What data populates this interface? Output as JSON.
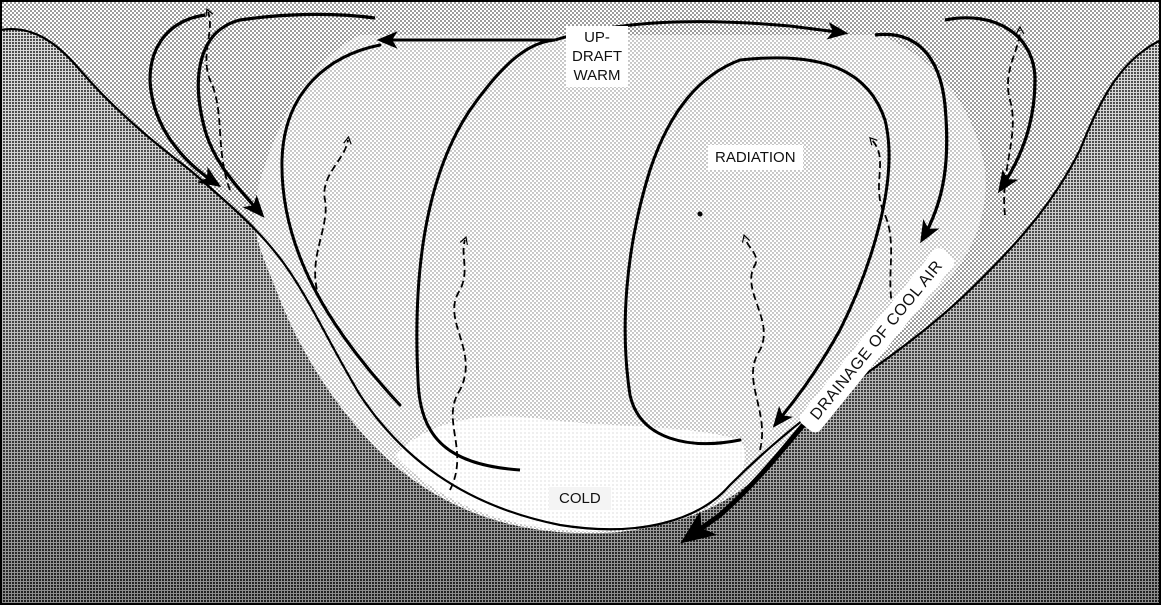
{
  "labels": {
    "updraft_line1": "UP-",
    "updraft_line2": "DRAFT",
    "updraft_line3": "WARM",
    "radiation": "RADIATION",
    "cold": "COLD",
    "drainage": "DRAINAGE OF COOL AIR"
  },
  "colors": {
    "background_border": "#000000",
    "sky_stipple": "#9e9e9e",
    "valley_air": "#c9c9c9",
    "cold_pool": "#ededed",
    "hillside_dark": "#5a5a5a",
    "arrow": "#000000",
    "label_background": "#ffffff"
  },
  "icons": {
    "solid_arrows": "circulation-arrow",
    "dashed_arrows": "rising-warm-air-arrow",
    "drainage_arrow": "cool-air-drainage-arrow"
  }
}
